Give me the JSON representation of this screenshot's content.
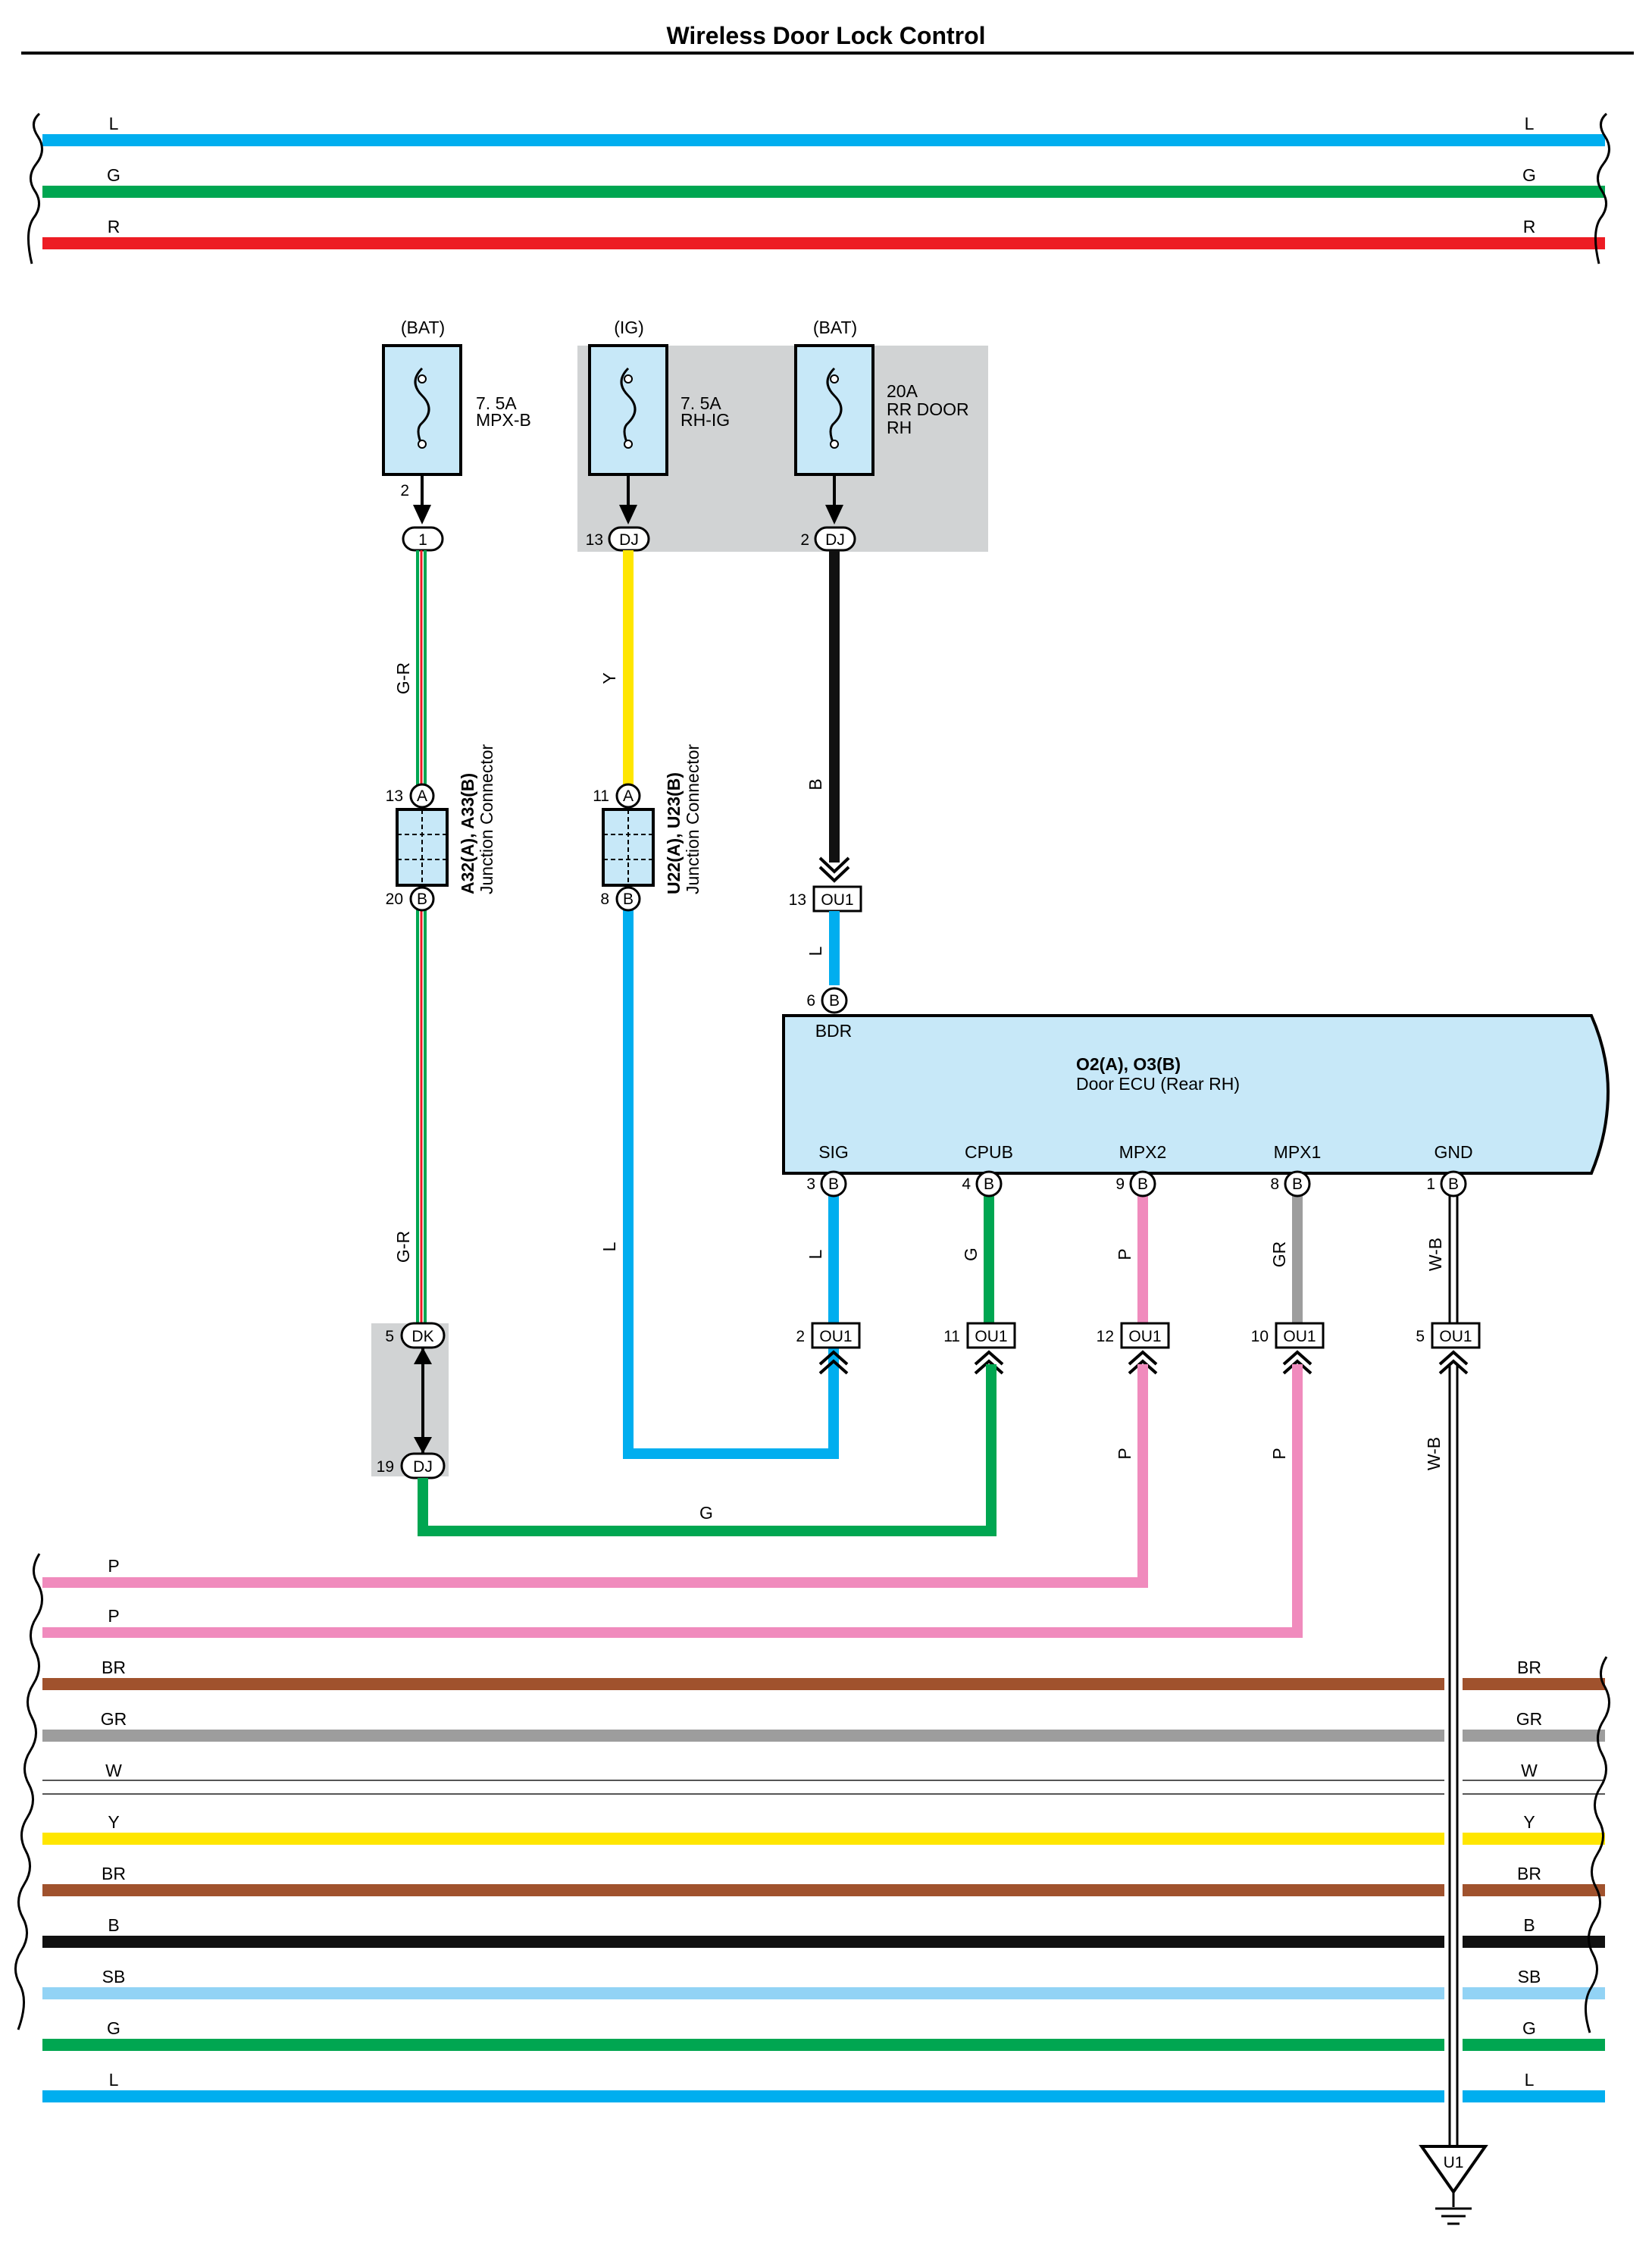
{
  "title": "Wireless Door Lock Control",
  "colors": {
    "L": "#00aeef",
    "G": "#00a651",
    "R": "#ed1c24",
    "Y": "#ffe600",
    "B": "#111111",
    "P": "#f08bbd",
    "BR": "#a0522d",
    "GR": "#9d9d9d",
    "W": "#ffffff",
    "SB": "#92d3f5",
    "ecu_fill": "#c7e8f8",
    "shade": "#d1d3d4"
  },
  "top_bus": [
    "L",
    "G",
    "R"
  ],
  "bottom_bus_left": [
    "P",
    "P"
  ],
  "bottom_bus": [
    "BR",
    "GR",
    "W",
    "Y",
    "BR",
    "B",
    "SB",
    "G",
    "L"
  ],
  "fuses": [
    {
      "source": "(BAT)",
      "rating": "7. 5A",
      "name": "MPX-B",
      "pin": "2",
      "conn_pin": "1",
      "conn": ""
    },
    {
      "source": "(IG)",
      "rating": "7. 5A",
      "name": "RH-IG",
      "pin": "",
      "conn_pin": "13",
      "conn": "DJ"
    },
    {
      "source": "(BAT)",
      "rating": "20A",
      "name": "RR DOOR",
      "name2": "RH",
      "pin": "",
      "conn_pin": "2",
      "conn": "DJ"
    }
  ],
  "wire_labels": {
    "w1_upper": "G-R",
    "w1_lower": "G-R",
    "w2_upper": "Y",
    "w2_lower": "L",
    "w3_upper": "B",
    "w3_lower": "L",
    "sig": "L",
    "cpub": "G",
    "mpx2": "P",
    "mpx1": "GR",
    "gnd": "W-B",
    "mpx2_low": "P",
    "mpx1_low": "P",
    "gnd_low": "W-B",
    "g_link": "G"
  },
  "junctions": [
    {
      "id": "A32(A), A33(B)",
      "desc": "Junction Connector",
      "pin_top": "13",
      "conn_top": "A",
      "pin_bot": "20",
      "conn_bot": "B"
    },
    {
      "id": "U22(A), U23(B)",
      "desc": "Junction Connector",
      "pin_top": "11",
      "conn_top": "A",
      "pin_bot": "8",
      "conn_bot": "B"
    }
  ],
  "ecu": {
    "id": "O2(A), O3(B)",
    "name": "Door ECU (Rear RH)",
    "top_terminal": {
      "label": "BDR",
      "pin": "6",
      "conn": "B"
    },
    "terminals": [
      {
        "label": "SIG",
        "pin": "3",
        "conn": "B"
      },
      {
        "label": "CPUB",
        "pin": "4",
        "conn": "B"
      },
      {
        "label": "MPX2",
        "pin": "9",
        "conn": "B"
      },
      {
        "label": "MPX1",
        "pin": "8",
        "conn": "B"
      },
      {
        "label": "GND",
        "pin": "1",
        "conn": "B"
      }
    ]
  },
  "ou1_top": {
    "pin": "13",
    "conn": "OU1"
  },
  "ou1_row": [
    {
      "pin": "2",
      "conn": "OU1"
    },
    {
      "pin": "11",
      "conn": "OU1"
    },
    {
      "pin": "12",
      "conn": "OU1"
    },
    {
      "pin": "10",
      "conn": "OU1"
    },
    {
      "pin": "5",
      "conn": "OU1"
    }
  ],
  "dk": {
    "pin": "5",
    "conn": "DK"
  },
  "dj19": {
    "pin": "19",
    "conn": "DJ"
  },
  "ground": "U1"
}
